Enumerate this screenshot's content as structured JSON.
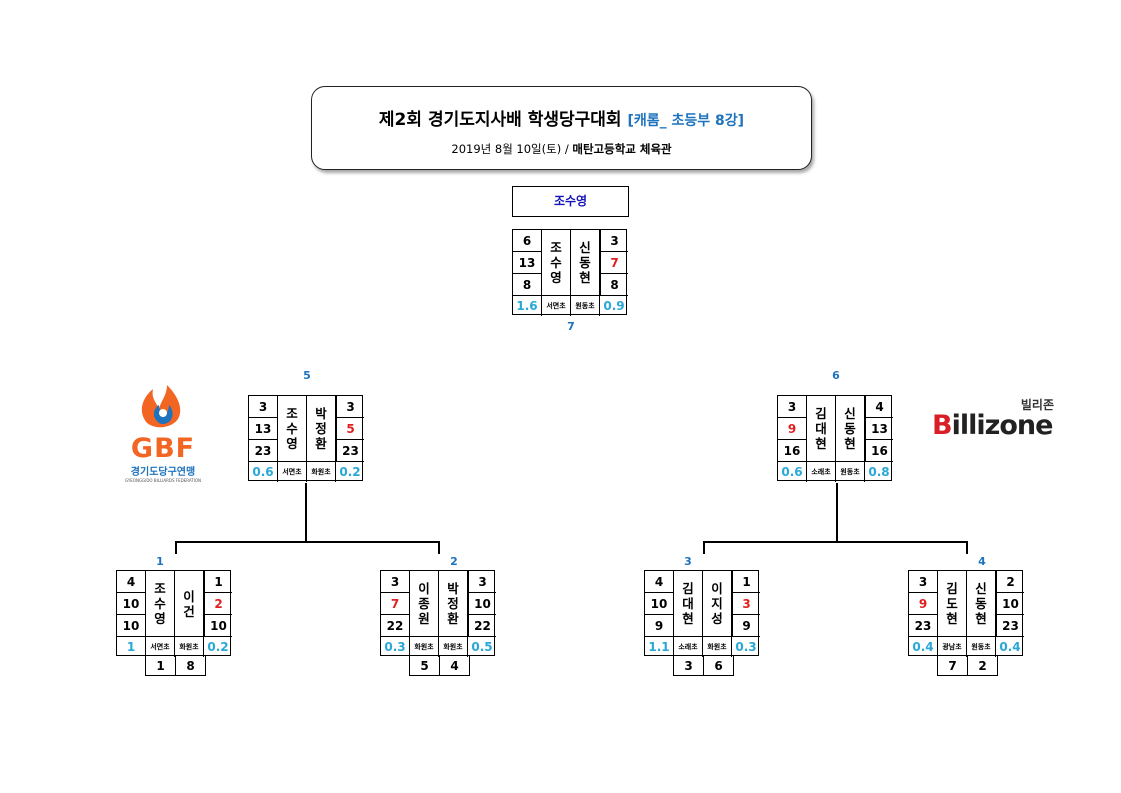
{
  "header": {
    "title": "제2회 경기도지사배 학생당구대회",
    "subtitle": "[캐롬_ 초등부 8강]",
    "date": "2019년 8월 10일(토)",
    "separator": "/",
    "venue": "매탄고등학교 체육관"
  },
  "champion": "조수영",
  "logos": {
    "gbf_text": "GBF",
    "gbf_name": "경기도당구연맹",
    "gbf_english": "GYEONGGIDO BILLIARDS FEDERATION",
    "billizone_korean": "빌리존",
    "billizone_text": "illizone",
    "billizone_initial": "B"
  },
  "matches": {
    "final": {
      "number": "7",
      "left": {
        "name": "조수영",
        "school": "서면초",
        "rate": "1.6",
        "scores": [
          "6",
          "13",
          "8"
        ]
      },
      "right": {
        "name": "신동현",
        "school": "원동초",
        "rate": "0.9",
        "scores": [
          "3",
          "7",
          "8"
        ]
      }
    },
    "semi1": {
      "number": "5",
      "left": {
        "name": "조수영",
        "school": "서면초",
        "rate": "0.6",
        "scores": [
          "3",
          "13",
          "23"
        ]
      },
      "right": {
        "name": "박정환",
        "school": "화원초",
        "rate": "0.2",
        "scores": [
          "3",
          "5",
          "23"
        ]
      }
    },
    "semi2": {
      "number": "6",
      "left": {
        "name": "김대현",
        "school": "소래초",
        "rate": "0.6",
        "scores": [
          "3",
          "9",
          "16"
        ]
      },
      "right": {
        "name": "신동현",
        "school": "원동초",
        "rate": "0.8",
        "scores": [
          "4",
          "13",
          "16"
        ]
      }
    },
    "q1": {
      "number": "1",
      "left": {
        "name": "조수영",
        "school": "서면초",
        "rate": "1",
        "scores": [
          "4",
          "10",
          "10"
        ]
      },
      "right": {
        "name": "이건",
        "school": "화원초",
        "rate": "0.2",
        "scores": [
          "1",
          "2",
          "10"
        ]
      },
      "seeds": [
        "1",
        "8"
      ]
    },
    "q2": {
      "number": "2",
      "left": {
        "name": "이종원",
        "school": "화원초",
        "rate": "0.3",
        "scores": [
          "3",
          "7",
          "22"
        ]
      },
      "right": {
        "name": "박정환",
        "school": "화원초",
        "rate": "0.5",
        "scores": [
          "3",
          "10",
          "22"
        ]
      },
      "seeds": [
        "5",
        "4"
      ]
    },
    "q3": {
      "number": "3",
      "left": {
        "name": "김대현",
        "school": "소래초",
        "rate": "1.1",
        "scores": [
          "4",
          "10",
          "9"
        ]
      },
      "right": {
        "name": "이지성",
        "school": "화원초",
        "rate": "0.3",
        "scores": [
          "1",
          "3",
          "9"
        ]
      },
      "seeds": [
        "3",
        "6"
      ]
    },
    "q4": {
      "number": "4",
      "left": {
        "name": "김도현",
        "school": "광남초",
        "rate": "0.4",
        "scores": [
          "3",
          "9",
          "23"
        ]
      },
      "right": {
        "name": "신동현",
        "school": "원동초",
        "rate": "0.4",
        "scores": [
          "2",
          "10",
          "23"
        ]
      },
      "seeds": [
        "7",
        "2"
      ]
    }
  },
  "colors": {
    "accent": "#1e73be",
    "rate": "#29a8d8",
    "highlight": "#e02020",
    "champion": "#1414b8",
    "gbf_orange": "#f26522"
  }
}
